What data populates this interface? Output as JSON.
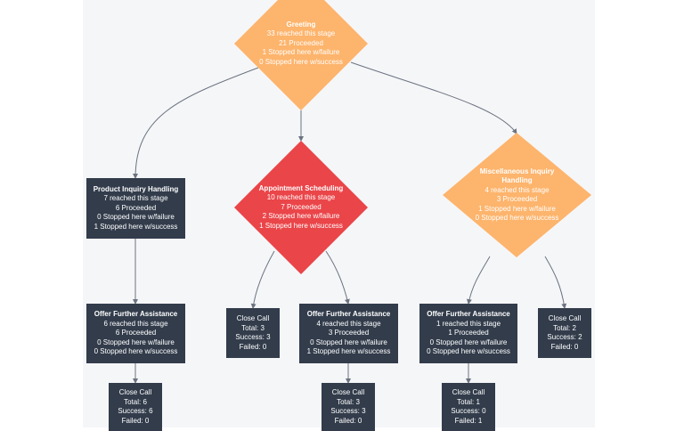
{
  "colors": {
    "dark_node": "#323c4b",
    "orange_decision": "#fdb46c",
    "red_decision": "#ea4549",
    "edge": "#6c7380",
    "canvas": "#f5f6f8"
  },
  "nodes": {
    "greeting": {
      "title": "Greeting",
      "reached": "33 reached this stage",
      "proceeded": "21 Proceeded",
      "failure": "1 Stopped here w/failure",
      "success": "0 Stopped here w/success"
    },
    "product_inquiry": {
      "title": "Product Inquiry Handling",
      "reached": "7 reached this stage",
      "proceeded": "6 Proceeded",
      "failure": "0 Stopped here w/failure",
      "success": "1 Stopped here w/success"
    },
    "appointment": {
      "title": "Appointment Scheduling",
      "reached": "10 reached this stage",
      "proceeded": "7 Proceeded",
      "failure": "2 Stopped here w/failure",
      "success": "1 Stopped here w/success"
    },
    "misc": {
      "title_line1": "Miscellaneous Inquiry",
      "title_line2": "Handling",
      "reached": "4 reached this stage",
      "proceeded": "3 Proceeded",
      "failure": "1 Stopped here w/failure",
      "success": "0 Stopped here w/success"
    },
    "offer_1": {
      "title": "Offer Further Assistance",
      "reached": "6 reached this stage",
      "proceeded": "6 Proceeded",
      "failure": "0 Stopped here w/failure",
      "success": "0 Stopped here w/success"
    },
    "close_a": {
      "title": "Close Call",
      "total": "Total: 3",
      "success": "Success: 3",
      "failed": "Failed: 0"
    },
    "offer_2": {
      "title": "Offer Further Assistance",
      "reached": "4 reached this stage",
      "proceeded": "3 Proceeded",
      "failure": "0 Stopped here w/failure",
      "success": "1 Stopped here w/success"
    },
    "offer_3": {
      "title": "Offer Further Assistance",
      "reached": "1 reached this stage",
      "proceeded": "1 Proceeded",
      "failure": "0 Stopped here w/failure",
      "success": "0 Stopped here w/success"
    },
    "close_b": {
      "title": "Close Call",
      "total": "Total: 2",
      "success": "Success: 2",
      "failed": "Failed: 0"
    },
    "close_c": {
      "title": "Close Call",
      "total": "Total: 6",
      "success": "Success: 6",
      "failed": "Failed: 0"
    },
    "close_d": {
      "title": "Close Call",
      "total": "Total: 3",
      "success": "Success: 3",
      "failed": "Failed: 0"
    },
    "close_e": {
      "title": "Close Call",
      "total": "Total: 1",
      "success": "Success: 0",
      "failed": "Failed: 1"
    }
  }
}
